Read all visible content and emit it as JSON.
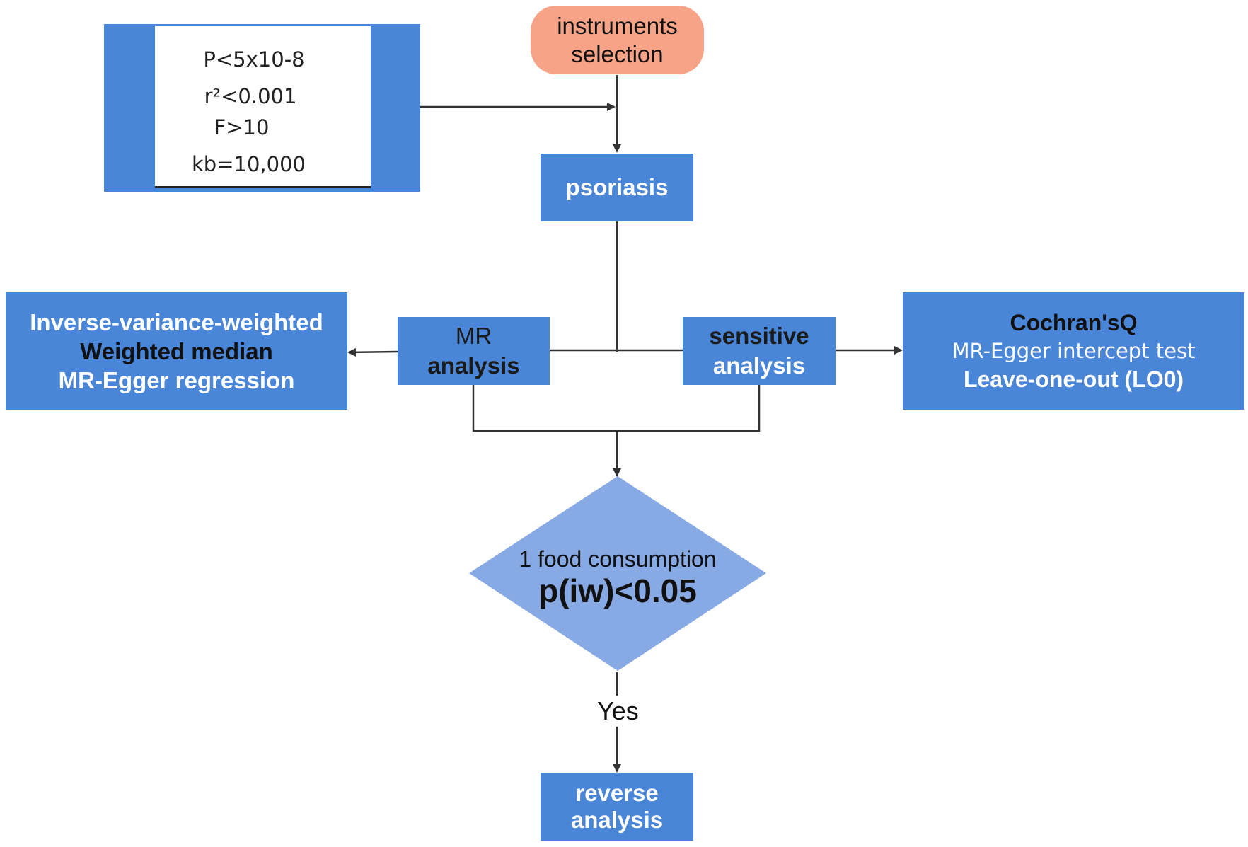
{
  "criteria_box": {
    "lines": [
      "P<5x10-8",
      "r²<0.001",
      "F>10",
      "kb=10,000"
    ]
  },
  "start_node": {
    "lines": [
      "instruments",
      "selection"
    ]
  },
  "exposure_node": {
    "label": "psoriasis"
  },
  "mr_analysis_node": {
    "lines": [
      "MR",
      "analysis"
    ]
  },
  "sensitive_analysis_node": {
    "lines": [
      "sensitive",
      "analysis"
    ]
  },
  "mr_methods_box": {
    "lines": [
      "Inverse-variance-weighted",
      "Weighted median",
      "MR-Egger regression"
    ]
  },
  "sensitivity_methods_box": {
    "lines": [
      "Cochran'sQ",
      "MR-Egger intercept test",
      "Leave-one-out (LO0)"
    ]
  },
  "decision_node": {
    "lines": [
      "1 food consumption",
      "p(iw)<0.05"
    ]
  },
  "edge_label_yes": "Yes",
  "reverse_node": {
    "lines": [
      "reverse",
      "analysis"
    ]
  },
  "colors": {
    "box_blue": "#4a86d8",
    "diamond_blue": "#87a9e4",
    "start_salmon": "#f7a387",
    "line": "#333333"
  }
}
